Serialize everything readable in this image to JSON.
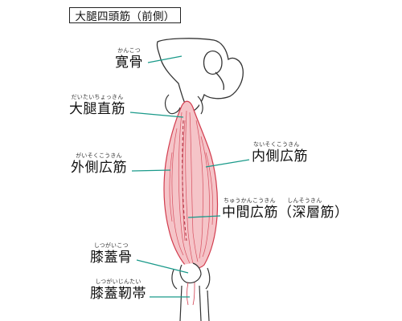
{
  "title": "大腿四頭筋（前側）",
  "labels": [
    {
      "name": "hip-bone",
      "ruby": "かんこつ",
      "text": "寛骨"
    },
    {
      "name": "rectus-femoris",
      "ruby": "だいたいちょっきん",
      "text": "大腿直筋"
    },
    {
      "name": "vastus-lateralis",
      "ruby": "がいそくこうきん",
      "text": "外側広筋"
    },
    {
      "name": "vastus-medialis",
      "ruby": "ないそくこうきん",
      "text": "内側広筋"
    },
    {
      "name": "vastus-intermedius",
      "ruby": "ちゅうかんこうきん しんそうきん",
      "text": "中間広筋（深層筋）"
    },
    {
      "name": "patella",
      "ruby": "しつがいこつ",
      "text": "膝蓋骨"
    },
    {
      "name": "patellar-ligament",
      "ruby": "しつがいじんたい",
      "text": "膝蓋靭帯"
    }
  ],
  "colors": {
    "leader_line": "#1a9a8a",
    "muscle_fill": "#f5c4c8",
    "muscle_stroke": "#d23c4e",
    "bone_stroke": "#333333"
  }
}
